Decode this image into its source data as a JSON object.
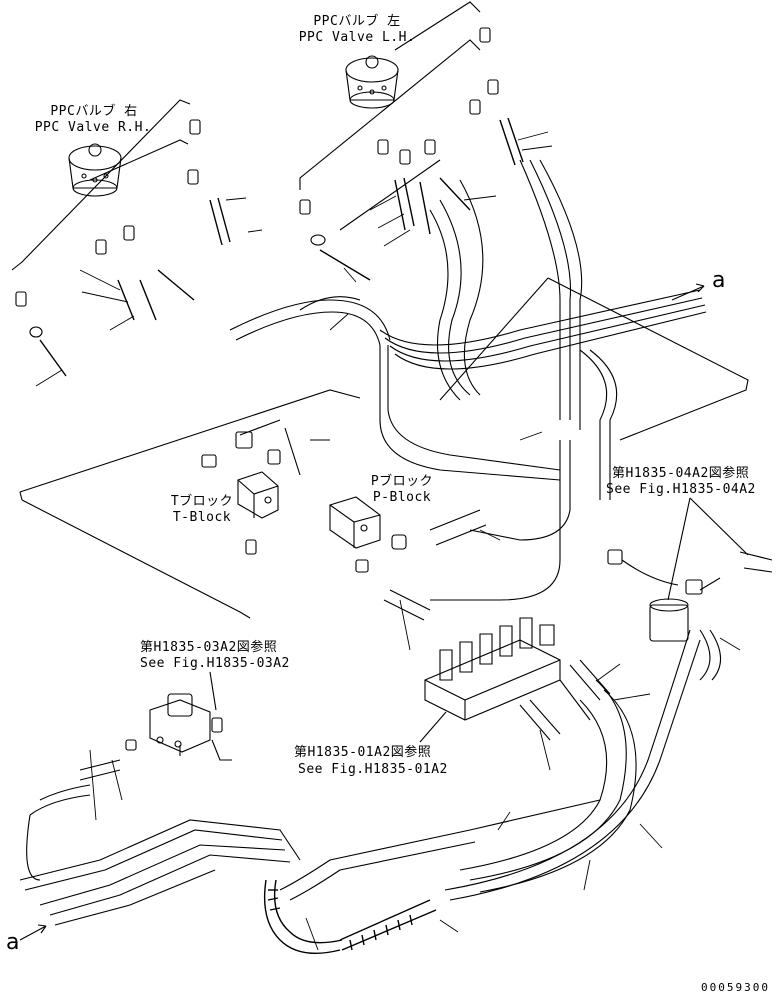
{
  "diagram": {
    "labels": {
      "ppc_left_jp": "PPCバルブ 左",
      "ppc_left_en": "PPC Valve L.H.",
      "ppc_right_jp": "PPCバルブ 右",
      "ppc_right_en": "PPC Valve R.H.",
      "t_block_jp": "Tブロック",
      "t_block_en": "T-Block",
      "p_block_jp": "Pブロック",
      "p_block_en": "P-Block",
      "ref_04_jp": "第H1835-04A2図参照",
      "ref_04_en": "See Fig.H1835-04A2",
      "ref_03_jp": "第H1835-03A2図参照",
      "ref_03_en": "See Fig.H1835-03A2",
      "ref_01_jp": "第H1835-01A2図参照",
      "ref_01_en": "See Fig.H1835-01A2",
      "arrow_top": "a",
      "arrow_bottom": "a",
      "drawing_code": "00059300"
    }
  }
}
